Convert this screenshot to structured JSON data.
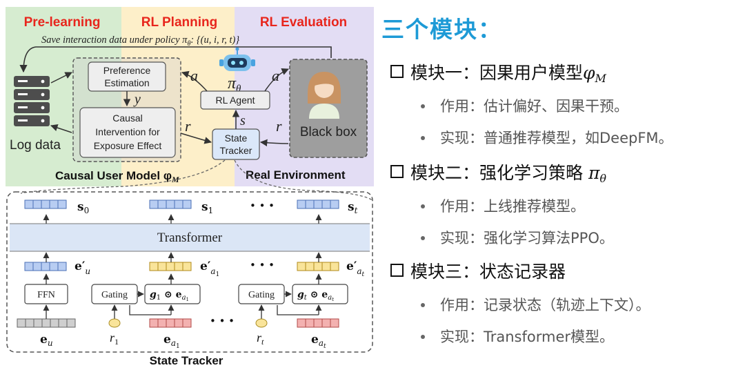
{
  "diagram": {
    "section_pre": "Pre-learning",
    "section_plan": "RL Planning",
    "section_eval": "RL Evaluation",
    "save_text": "Save interaction data under policy π",
    "save_sub": "θ",
    "save_tuple": ": {(u, i, r, t)}",
    "pref_line1": "Preference",
    "pref_line2": "Estimation",
    "causal_line1": "Causal",
    "causal_line2": "Intervention for",
    "causal_line3": "Exposure Effect",
    "log_data": "Log data",
    "rl_agent": "RL Agent",
    "state_line1": "State",
    "state_line2": "Tracker",
    "black_box": "Black box",
    "causal_model_label": "Causal User Model φ",
    "causal_model_sub": "M",
    "real_env": "Real Environment",
    "pi": "π",
    "pi_sub": "θ",
    "a": "a",
    "r": "r",
    "s": "s",
    "y": "y",
    "transformer": "Transformer",
    "ffn": "FFN",
    "gating": "Gating",
    "dots": "• • •",
    "s0": "s",
    "s0_sub": "0",
    "s1": "s",
    "s1_sub": "1",
    "st": "s",
    "st_sub": "t",
    "eu_prime": "e′",
    "eu_prime_sub": "u",
    "ea1_prime": "e′",
    "ea1_prime_sub": "a",
    "ea1_prime_subsub": "1",
    "eat_prime": "e′",
    "eat_prime_sub": "a",
    "eat_prime_subsub": "t",
    "g1_text": "g",
    "g1_sub": "1",
    "gt_text": "g",
    "gt_sub": "t",
    "odot_e": " ⊙ e",
    "g_a_sub": "a",
    "g1_a_subsub": "1",
    "gt_a_subsub": "t",
    "e_u": "e",
    "e_u_sub": "u",
    "r1": "r",
    "r1_sub": "1",
    "rt": "r",
    "rt_sub": "t",
    "e_a1": "e",
    "e_a1_sub": "a",
    "e_a1_subsub": "1",
    "e_at": "e",
    "e_at_sub": "a",
    "e_at_subsub": "t",
    "state_tracker_caption": "State Tracker",
    "colors": {
      "green_bg": "#d6ecd0",
      "yellow_bg": "#fdefc9",
      "purple_bg": "#e3ddf4",
      "red_title": "#e8261d",
      "blue_cell": "#b8cdf2",
      "pink_cell": "#f3b1b0",
      "yellow_cell": "#f9e49a",
      "grey_cell": "#cfcfcf",
      "transformer_band": "#dbe6f6"
    }
  },
  "right": {
    "title": "三个模块：",
    "modules": [
      {
        "heading": "模块一：因果用户模型",
        "symbol": "φ",
        "symbol_sub": "M",
        "bullets": [
          "作用：估计偏好、因果干预。",
          "实现：普通推荐模型，如DeepFM。"
        ]
      },
      {
        "heading": "模块二：强化学习策略 ",
        "symbol": "π",
        "symbol_sub": "θ",
        "bullets": [
          "作用：上线推荐模型。",
          "实现：强化学习算法PPO。"
        ]
      },
      {
        "heading": "模块三：状态记录器",
        "symbol": "",
        "symbol_sub": "",
        "bullets": [
          "作用：记录状态（轨迹上下文）。",
          "实现：Transformer模型。"
        ]
      }
    ]
  }
}
